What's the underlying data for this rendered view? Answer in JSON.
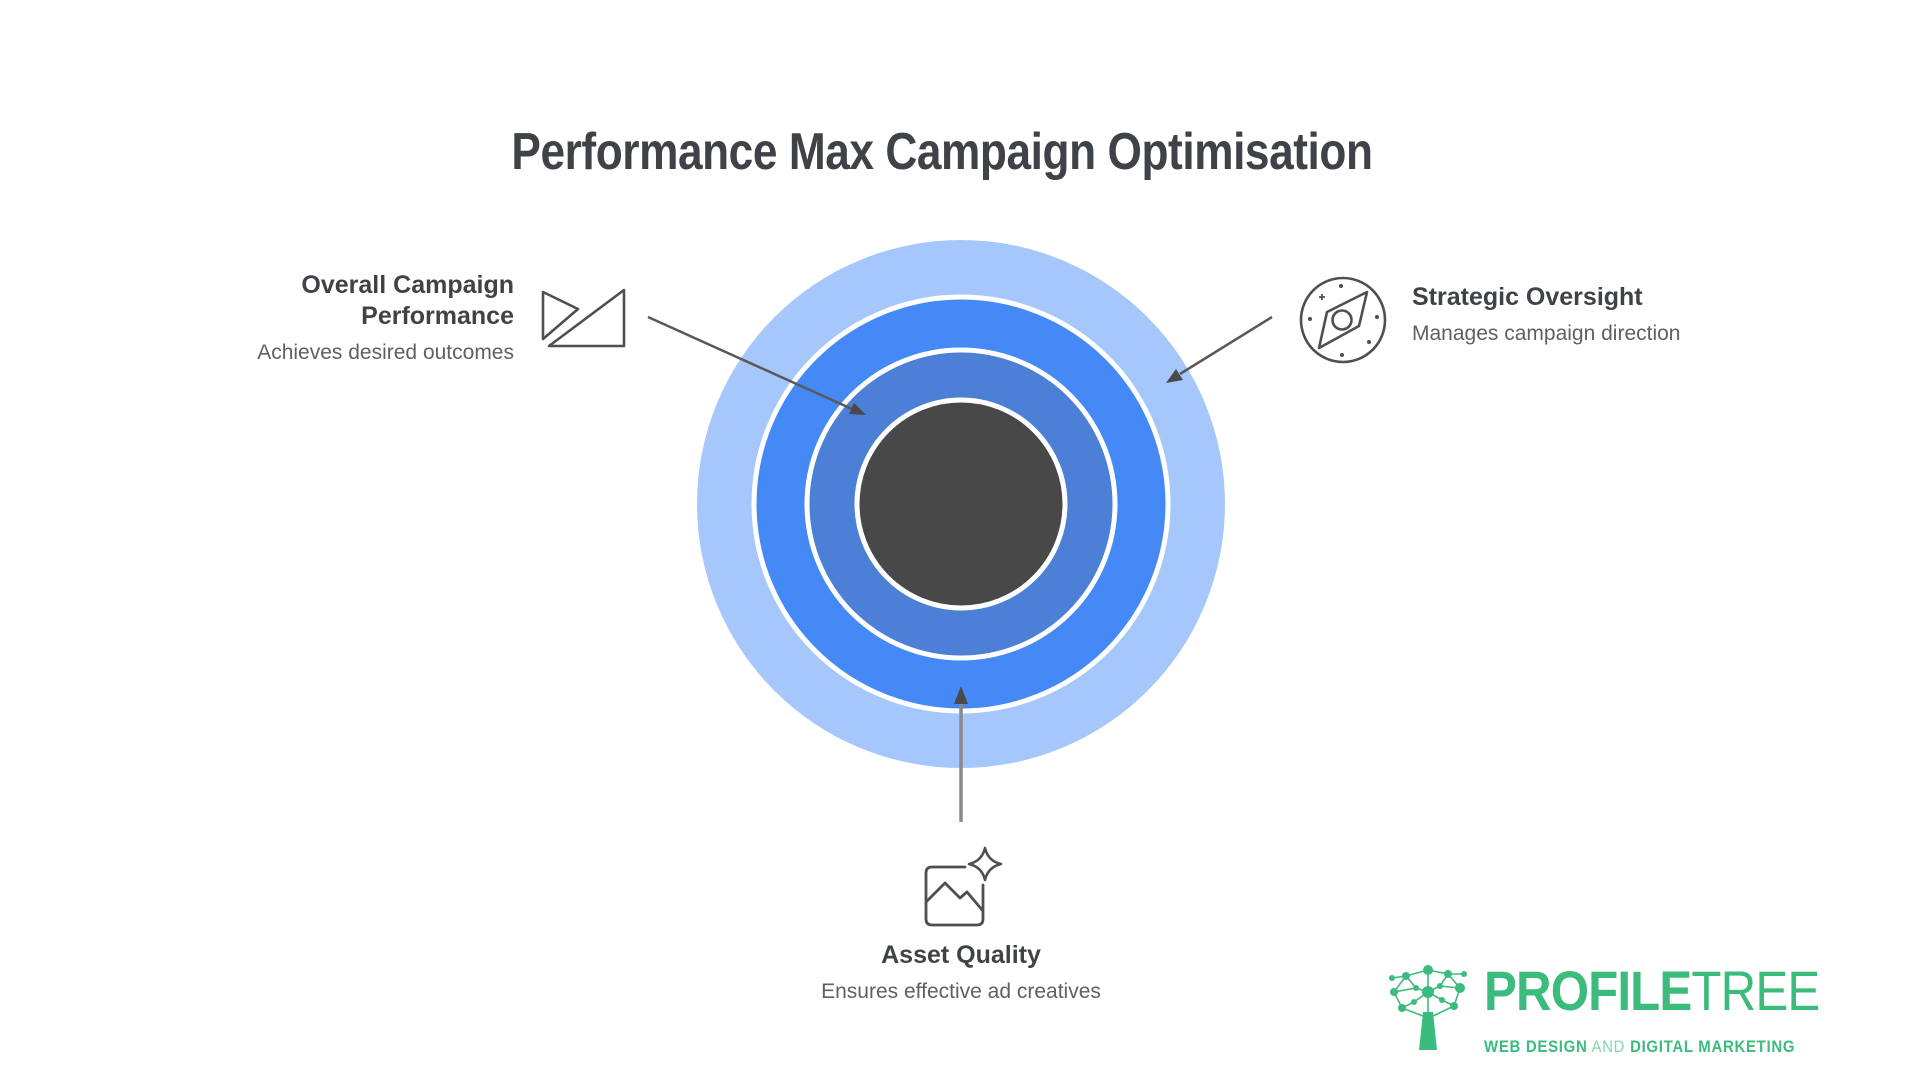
{
  "title": "Performance Max Campaign Optimisation",
  "rings": [
    {
      "name": "outer-ring",
      "color": "#a6c7fb"
    },
    {
      "name": "second-ring",
      "color": "#4489f5"
    },
    {
      "name": "third-ring",
      "color": "#4c7fd6"
    },
    {
      "name": "core-circle",
      "color": "#484848"
    }
  ],
  "callouts": {
    "left": {
      "title_line1": "Overall Campaign",
      "title_line2": "Performance",
      "subtitle": "Achieves desired outcomes",
      "icon": "performance-trend-icon"
    },
    "right": {
      "title": "Strategic Oversight",
      "subtitle": "Manages campaign direction",
      "icon": "compass-icon"
    },
    "bottom": {
      "title": "Asset Quality",
      "subtitle": "Ensures effective ad creatives",
      "icon": "image-sparkle-icon"
    }
  },
  "logo": {
    "brand_bold": "PROFILE",
    "brand_light": "TREE",
    "tagline_bold_1": "WEB DESIGN",
    "tagline_light": "AND",
    "tagline_bold_2": "DIGITAL MARKETING",
    "brand_color": "#3cbc7c"
  },
  "colors": {
    "title_text": "#3f4347",
    "subtitle_text": "#5c6166",
    "arrow": "#595959",
    "icon_stroke": "#4f4f4f"
  }
}
